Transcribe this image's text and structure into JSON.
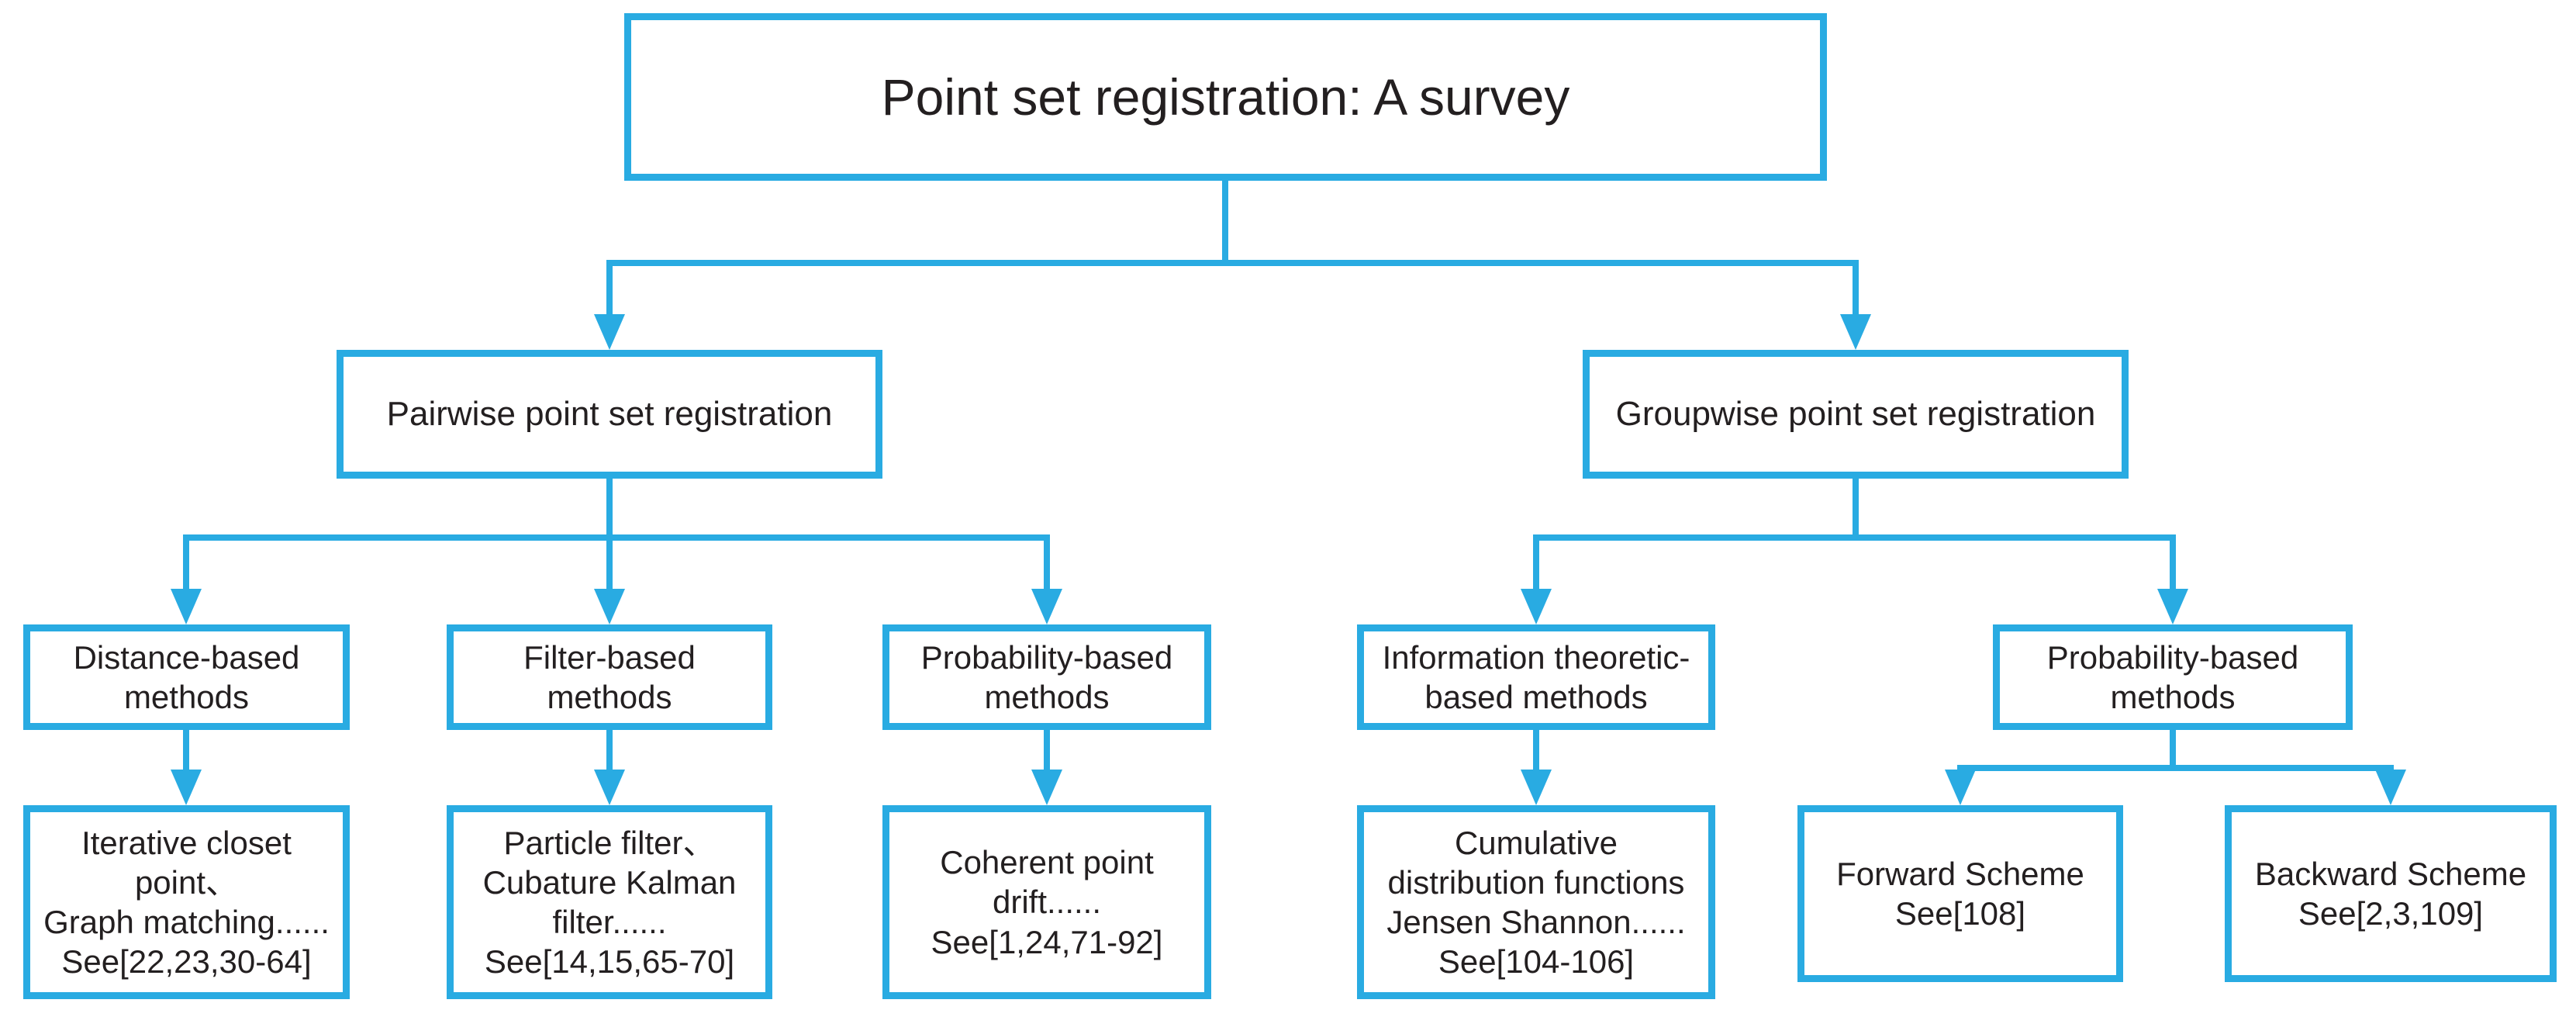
{
  "figure": {
    "accent_color": "#29ABE2",
    "text_color": "#231F20"
  },
  "nodes": {
    "root": {
      "label": "Point set registration: A survey"
    },
    "pairwise": {
      "label": "Pairwise point set registration"
    },
    "groupwise": {
      "label": "Groupwise point set registration"
    },
    "distance_based": {
      "lines": [
        "Distance-based",
        "methods"
      ]
    },
    "filter_based": {
      "lines": [
        "Filter-based",
        "methods"
      ]
    },
    "probability_based_pairwise": {
      "lines": [
        "Probability-based",
        "methods"
      ]
    },
    "information_theoretic": {
      "lines": [
        "Information theoretic-",
        "based methods"
      ]
    },
    "probability_based_groupwise": {
      "lines": [
        "Probability-based",
        "methods"
      ]
    },
    "iterative_closet_point": {
      "lines": [
        "Iterative closet",
        "point、",
        "Graph matching......",
        "See[22,23,30-64]"
      ]
    },
    "particle_filter": {
      "lines": [
        "Particle filter、",
        "Cubature Kalman",
        "filter......",
        "See[14,15,65-70]"
      ]
    },
    "coherent_point_drift": {
      "lines": [
        "Coherent point",
        "drift......",
        "See[1,24,71-92]"
      ]
    },
    "cumulative_distribution": {
      "lines": [
        "Cumulative",
        "distribution functions",
        "Jensen Shannon......",
        "See[104-106]"
      ]
    },
    "forward_scheme": {
      "lines": [
        "Forward Scheme",
        "See[108]"
      ]
    },
    "backward_scheme": {
      "lines": [
        "Backward Scheme",
        "See[2,3,109]"
      ]
    }
  }
}
